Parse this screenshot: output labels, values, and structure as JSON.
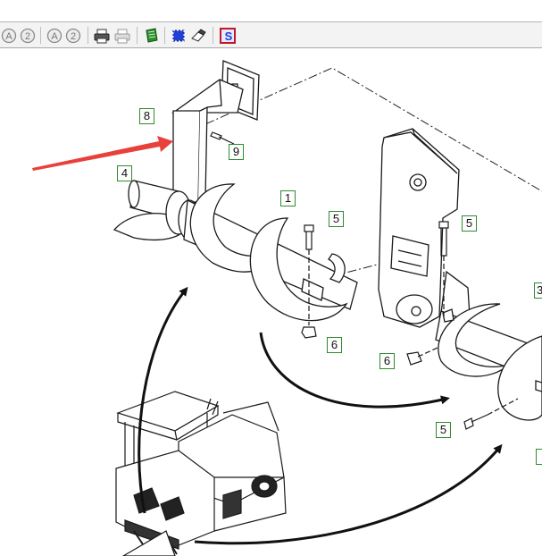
{
  "toolbar": {
    "buttons": [
      {
        "name": "zoom-a-icon",
        "glyph": "A"
      },
      {
        "name": "zoom-2-icon",
        "glyph": "2"
      },
      {
        "name": "zoom-a-alt-icon",
        "glyph": "A"
      },
      {
        "name": "zoom-2-alt-icon",
        "glyph": "2"
      },
      {
        "name": "print-icon"
      },
      {
        "name": "print-preview-icon"
      },
      {
        "name": "notes-icon"
      },
      {
        "name": "select-area-icon"
      },
      {
        "name": "eraser-icon"
      },
      {
        "name": "s-document-icon",
        "glyph": "S"
      }
    ],
    "colors": {
      "toolbar_bg": "#f3f3f3",
      "separator": "#bdbdbd"
    }
  },
  "drawing": {
    "callouts": {
      "c8": "8",
      "c9": "9",
      "c4": "4",
      "c1": "1",
      "c5a": "5",
      "c6a": "6",
      "c5b": "5",
      "c6b": "6",
      "c5c": "5",
      "c3": "3"
    },
    "colors": {
      "callout_border": "#2f8a2f",
      "arrow": "#e8403a",
      "line": "#1a1a1a"
    }
  }
}
